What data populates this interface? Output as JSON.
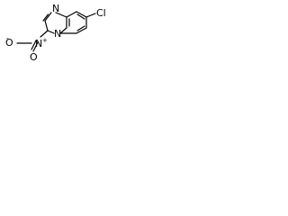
{
  "molecule": {
    "labels": {
      "n_ring_top": "N",
      "n_ring_bridge": "N",
      "n_nitro": "N",
      "n_nitro_charge": "+",
      "o_top": "O",
      "o_left": "O",
      "o_left_charge": "-",
      "cl": "Cl"
    },
    "colors": {
      "bond": "#000000",
      "text": "#000000",
      "background": "#ffffff"
    }
  }
}
